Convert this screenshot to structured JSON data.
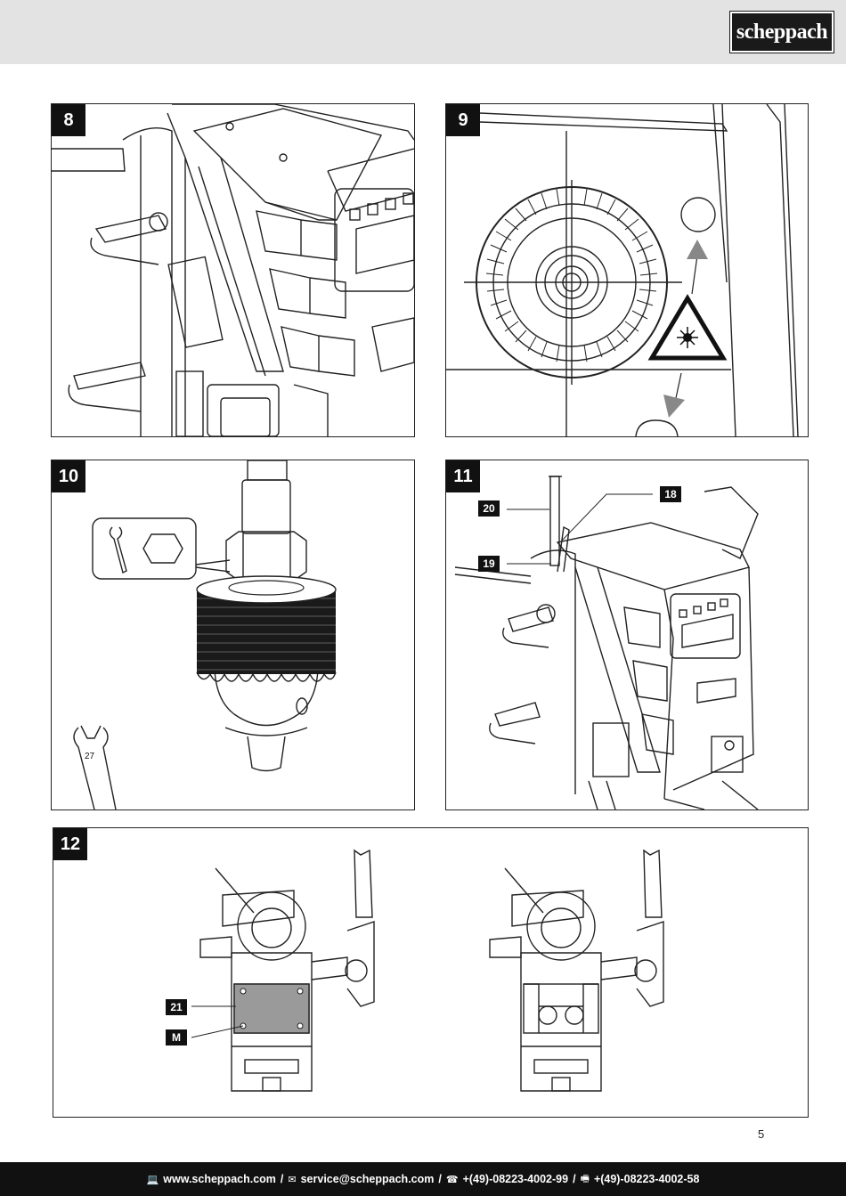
{
  "brand": {
    "logo_text": "scheppach"
  },
  "figures": [
    {
      "number": "8"
    },
    {
      "number": "9"
    },
    {
      "number": "10",
      "wrench_size": "27"
    },
    {
      "number": "11",
      "callouts": [
        "20",
        "18",
        "19"
      ]
    },
    {
      "number": "12",
      "callouts": [
        "21",
        "M"
      ]
    }
  ],
  "page_number": "5",
  "footer": {
    "website": "www.scheppach.com",
    "email": "service@scheppach.com",
    "phone": "+(49)-08223-4002-99",
    "fax": "+(49)-08223-4002-58",
    "separator": "/",
    "icons": {
      "website": "monitor-icon",
      "email": "envelope-icon",
      "phone": "telephone-icon",
      "fax": "fax-icon"
    }
  },
  "colors": {
    "header_bg": "#e3e3e3",
    "footer_bg": "#111111",
    "badge_bg": "#111111"
  }
}
